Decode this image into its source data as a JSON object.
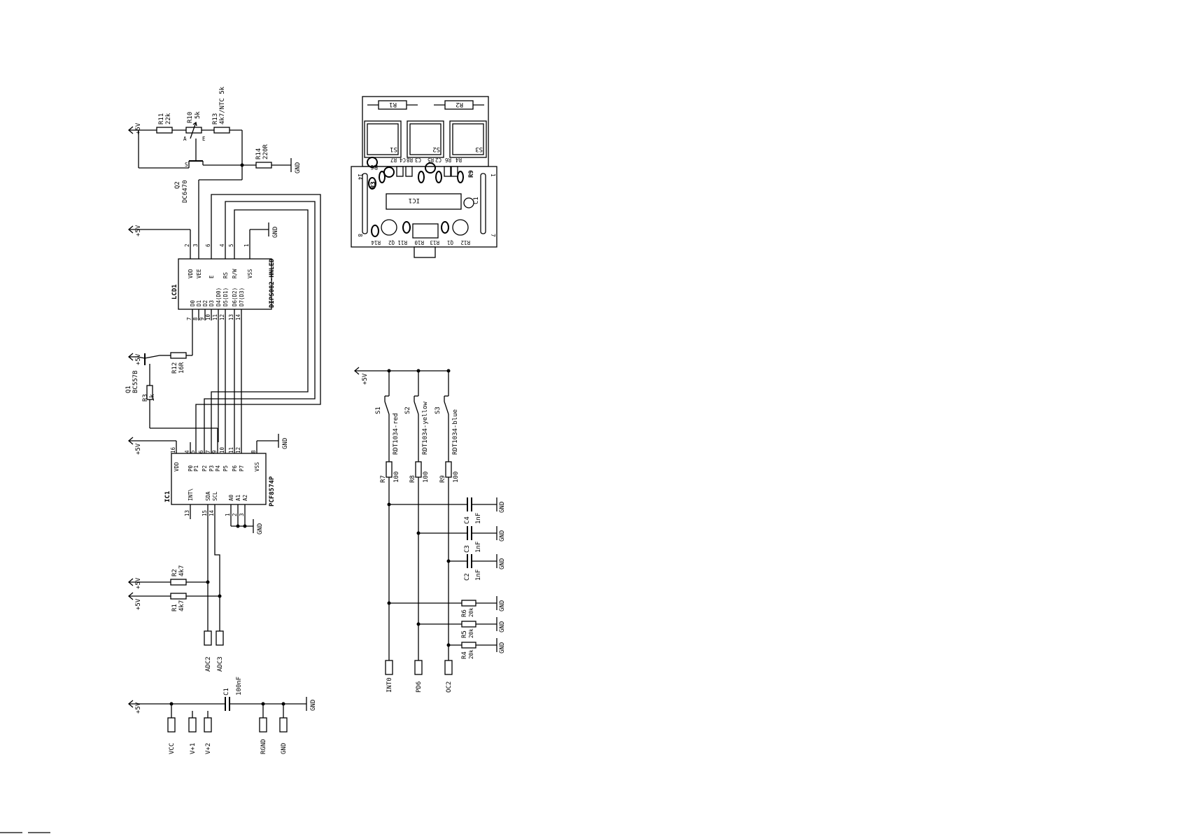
{
  "power": {
    "p5v": "+5V",
    "gnd": "GND"
  },
  "contrast": {
    "r11": {
      "name": "R11",
      "value": "22k"
    },
    "r10": {
      "name": "R10",
      "value": "5k"
    },
    "r13": {
      "name": "R13",
      "value": "4k7/NTC 5k"
    },
    "r14": {
      "name": "R14",
      "value": "220R"
    },
    "q2": {
      "name": "Q2",
      "value": "DC6470"
    },
    "pins": {
      "a": "A",
      "e": "E",
      "s": "S"
    }
  },
  "lcd": {
    "name": "LCD1",
    "value": "DIPS082-HNLED",
    "top_pins": [
      {
        "num": "2",
        "label": "VDD"
      },
      {
        "num": "3",
        "label": "VEE"
      },
      {
        "num": "6",
        "label": "E"
      },
      {
        "num": "4",
        "label": "RS"
      },
      {
        "num": "5",
        "label": "R/W"
      },
      {
        "num": "1",
        "label": "VSS"
      }
    ],
    "bottom_pins": [
      {
        "num": "7",
        "label": "D0"
      },
      {
        "num": "8",
        "label": "D1"
      },
      {
        "num": "9",
        "label": "D2"
      },
      {
        "num": "10",
        "label": "D3"
      },
      {
        "num": "11",
        "label": "D4(D0)"
      },
      {
        "num": "12",
        "label": "D5(D1)"
      },
      {
        "num": "13",
        "label": "D6(D2)"
      },
      {
        "num": "14",
        "label": "D7(D3)"
      }
    ]
  },
  "backlight": {
    "q1": {
      "name": "Q1",
      "value": "BC557B"
    },
    "r3": {
      "name": "R3",
      "value": "1k"
    },
    "r12": {
      "name": "R12",
      "value": "16R"
    }
  },
  "ic": {
    "name": "IC1",
    "value": "PCF8574P",
    "top_pins": [
      {
        "num": "16",
        "label": "VDD"
      },
      {
        "num": "4",
        "label": "P0"
      },
      {
        "num": "5",
        "label": "P1"
      },
      {
        "num": "6",
        "label": "P2"
      },
      {
        "num": "7",
        "label": "P3"
      },
      {
        "num": "9",
        "label": "P4"
      },
      {
        "num": "10",
        "label": "P5"
      },
      {
        "num": "11",
        "label": "P6"
      },
      {
        "num": "12",
        "label": "P7"
      },
      {
        "num": "8",
        "label": "VSS"
      }
    ],
    "bottom_pins": [
      {
        "num": "13",
        "label": "INT\\"
      },
      {
        "num": "15",
        "label": "SDA"
      },
      {
        "num": "14",
        "label": "SCL"
      },
      {
        "num": "1",
        "label": "A0"
      },
      {
        "num": "2",
        "label": "A1"
      },
      {
        "num": "3",
        "label": "A2"
      }
    ]
  },
  "i2c": {
    "r2": {
      "name": "R2",
      "value": "4k7"
    },
    "r1": {
      "name": "R1",
      "value": "4k7"
    },
    "con_adc2": "ADC2",
    "con_adc3": "ADC3"
  },
  "supply": {
    "c1": {
      "name": "C1",
      "value": "100nF"
    },
    "connectors": [
      "VCC",
      "V+1",
      "V+2",
      "RGND",
      "GND"
    ]
  },
  "buttons": {
    "switches": [
      {
        "name": "S1",
        "value": "RDT1034-red"
      },
      {
        "name": "S2",
        "value": "RDT1034-yellow"
      },
      {
        "name": "S3",
        "value": "RDT1034-blue"
      }
    ],
    "series_resistors": [
      {
        "name": "R7",
        "value": "100"
      },
      {
        "name": "R8",
        "value": "100"
      },
      {
        "name": "R9",
        "value": "100"
      }
    ],
    "caps": [
      {
        "name": "C4",
        "value": "1nF"
      },
      {
        "name": "C3",
        "value": "1nF"
      },
      {
        "name": "C2",
        "value": "1nF"
      }
    ],
    "pulldowns": [
      {
        "name": "R6",
        "value": "20k"
      },
      {
        "name": "R5",
        "value": "20k"
      },
      {
        "name": "R4",
        "value": "20k"
      }
    ],
    "outputs": [
      "INT0",
      "PD6",
      "OC2"
    ]
  },
  "pcb": {
    "top_resistors": [
      "R1",
      "R2"
    ],
    "switches": [
      "S1",
      "S2",
      "S3"
    ],
    "row_labels": [
      "R7",
      "C4",
      "R8",
      "C3",
      "R5",
      "C2",
      "R6",
      "R4"
    ],
    "left_labels": [
      "R3",
      "R6"
    ],
    "right_label": "R9",
    "ic": "IC1",
    "cap": "C1",
    "bottom_labels": [
      "R14",
      "Q2",
      "R11",
      "R10",
      "R13",
      "Q1",
      "R12"
    ],
    "pin_marks": [
      "14",
      "8",
      "1",
      "7"
    ]
  }
}
